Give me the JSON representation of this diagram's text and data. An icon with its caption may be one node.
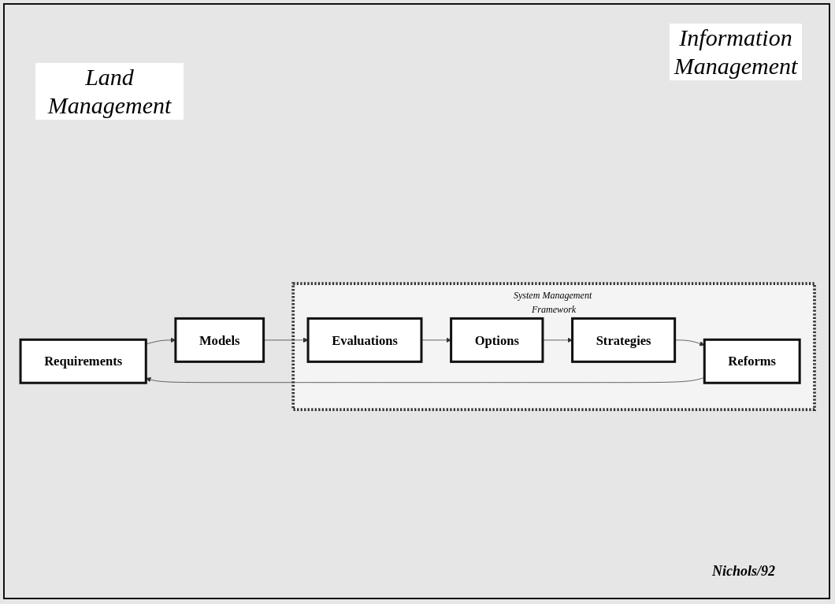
{
  "diagram": {
    "nodes": [
      {
        "text": [
          "Requirements"
        ]
      },
      {
        "text": [
          "Models"
        ]
      },
      {
        "text": [
          "System Management Framework"
        ]
      },
      {
        "text": [
          "Reforms"
        ],
        "in": 2
      },
      {
        "text": [
          "Evaluations"
        ],
        "in": 2
      },
      {
        "text": [
          "Strategies"
        ],
        "in": 2
      },
      {
        "text": [
          "Options"
        ],
        "in": 2
      }
    ],
    "edges": [
      {
        "from": 0,
        "to": 1,
        "arrow": "to"
      },
      {
        "from": 1,
        "to": 4,
        "arrow": "to"
      },
      {
        "from": 4,
        "to": 6,
        "arrow": "to"
      },
      {
        "from": 6,
        "to": 5,
        "arrow": "to"
      },
      {
        "from": 5,
        "to": 3,
        "arrow": "to"
      },
      {
        "from": 3,
        "to": 0,
        "arrow": "to"
      }
    ],
    "labels": [
      "Information Management",
      "Land Management",
      "Nichols/92"
    ]
  }
}
